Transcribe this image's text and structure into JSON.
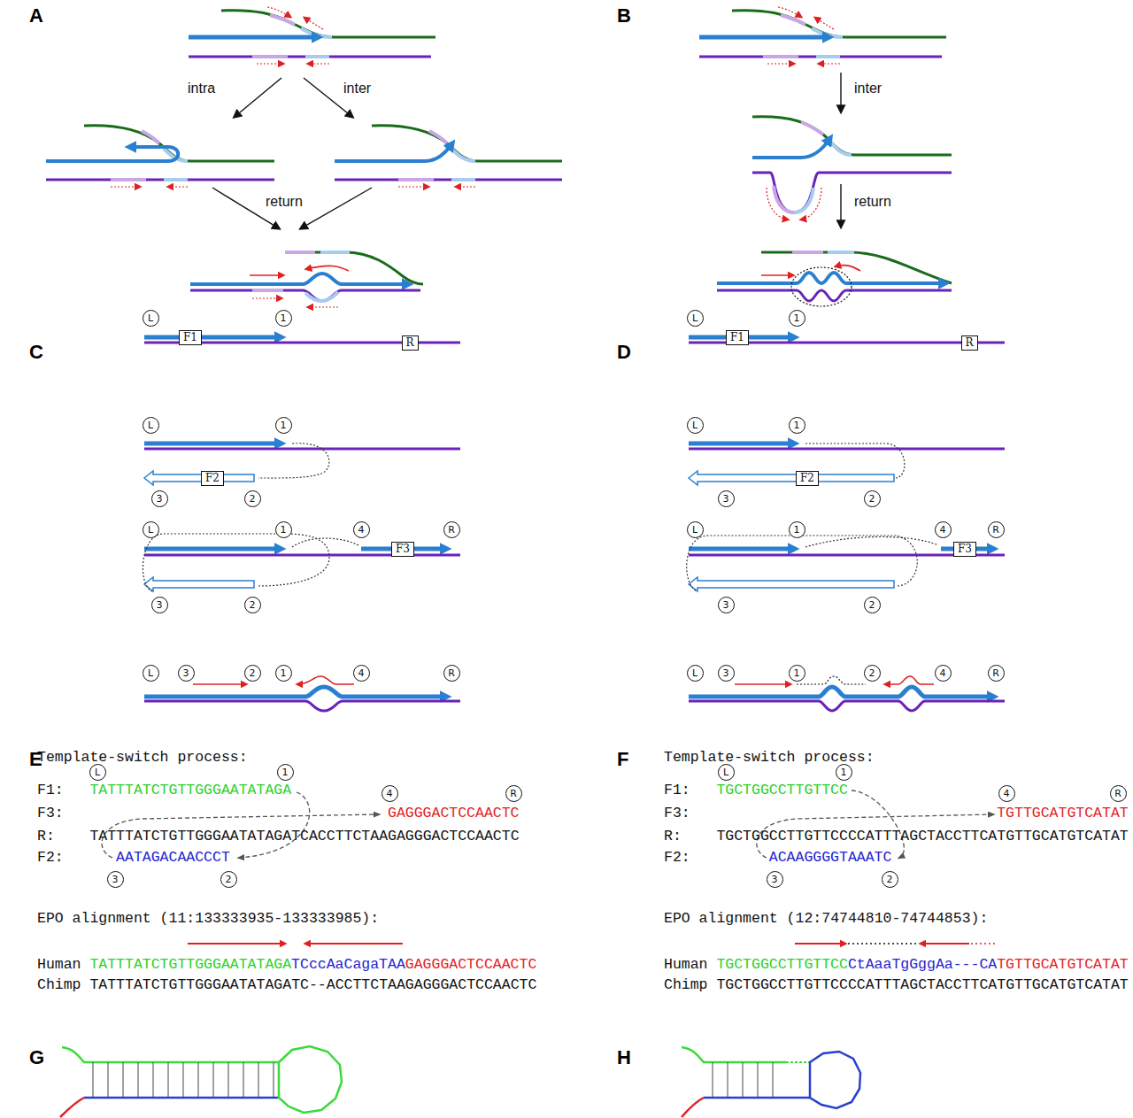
{
  "diagram": {
    "nodes": [
      {
        "text": [
          "L"
        ]
      },
      {
        "text": [
          "1"
        ]
      },
      {
        "text": [
          "F1"
        ]
      },
      {
        "text": [
          "R"
        ]
      },
      {
        "text": [
          "L"
        ]
      },
      {
        "text": [
          "1"
        ]
      },
      {
        "text": [
          "F2"
        ]
      },
      {
        "text": [
          "3"
        ]
      },
      {
        "text": [
          "2"
        ]
      },
      {
        "text": [
          "L"
        ]
      },
      {
        "text": [
          "1"
        ]
      },
      {
        "text": [
          "4"
        ]
      },
      {
        "text": [
          "R"
        ]
      },
      {
        "text": [
          "F3"
        ]
      },
      {
        "text": [
          "3"
        ]
      },
      {
        "text": [
          "2"
        ]
      },
      {
        "text": [
          "L"
        ]
      },
      {
        "text": [
          "3"
        ]
      },
      {
        "text": [
          "2"
        ]
      },
      {
        "text": [
          "1"
        ]
      },
      {
        "text": [
          "4"
        ]
      },
      {
        "text": [
          "R"
        ]
      },
      {
        "text": [
          "L"
        ]
      },
      {
        "text": [
          "1"
        ]
      },
      {
        "text": [
          "F1"
        ]
      },
      {
        "text": [
          "R"
        ]
      },
      {
        "text": [
          "L"
        ]
      },
      {
        "text": [
          "1"
        ]
      },
      {
        "text": [
          "F2"
        ]
      },
      {
        "text": [
          "3"
        ]
      },
      {
        "text": [
          "2"
        ]
      },
      {
        "text": [
          "L"
        ]
      },
      {
        "text": [
          "1"
        ]
      },
      {
        "text": [
          "4"
        ]
      },
      {
        "text": [
          "R"
        ]
      },
      {
        "text": [
          "F3"
        ]
      },
      {
        "text": [
          "3"
        ]
      },
      {
        "text": [
          "2"
        ]
      },
      {
        "text": [
          "L"
        ]
      },
      {
        "text": [
          "3"
        ]
      },
      {
        "text": [
          "1"
        ]
      },
      {
        "text": [
          "2"
        ]
      },
      {
        "text": [
          "4"
        ]
      },
      {
        "text": [
          "R"
        ]
      },
      {
        "text": [
          "L"
        ]
      },
      {
        "text": [
          "1"
        ]
      },
      {
        "text": [
          "4"
        ]
      },
      {
        "text": [
          "R"
        ]
      },
      {
        "text": [
          "3"
        ]
      },
      {
        "text": [
          "2"
        ]
      },
      {
        "text": [
          "L"
        ]
      },
      {
        "text": [
          "1"
        ]
      },
      {
        "text": [
          "4"
        ]
      },
      {
        "text": [
          "R"
        ]
      },
      {
        "text": [
          "3"
        ]
      },
      {
        "text": [
          "2"
        ]
      }
    ],
    "labels": [
      "A",
      "intra",
      "inter",
      "return",
      "B",
      "inter",
      "return",
      "C",
      "D",
      "E",
      "F",
      "Template-switch process:",
      "F1:",
      "TATTTATCTGTTGGGAATATAGA",
      "F3:",
      "GAGGGACTCCAACTC",
      "R:",
      "TATTTATCTGTTGGGAATATAGATCACCTTCTAAGAGGGACTCCAACTC",
      "F2:",
      "AATAGACAACCCT",
      "EPO alignment (11:133333935-133333985):",
      "Human",
      "TATTTATCTGTTGGGAATATAGA",
      "TCccAaCagaTAA",
      "GAGGGACTCCAACTC",
      "Chimp",
      "TATTTATCTGTTGGGAATATAGATC--ACCTTCTAAGAGGGACTCCAACTC",
      "Template-switch process:",
      "F1:",
      "TGCTGGCCTTGTTCC",
      "F3:",
      "TGTTGCATGTCATAT",
      "R:",
      "TGCTGGCCTTGTTCCCCATTTAGCTACCTTCATGTTGCATGTCATAT",
      "F2:",
      "ACAAGGGGTAAATC",
      "EPO alignment (12:74744810-74744853):",
      "Human",
      "TGCTGGCCTTGTTCC",
      "CtAaaTgGggAa---CA",
      "TGTTGCATGTCATAT",
      "Chimp",
      "TGCTGGCCTTGTTCCCCATTTAGCTACCTTCATGTTGCATGTCATAT",
      "G",
      "H"
    ]
  }
}
